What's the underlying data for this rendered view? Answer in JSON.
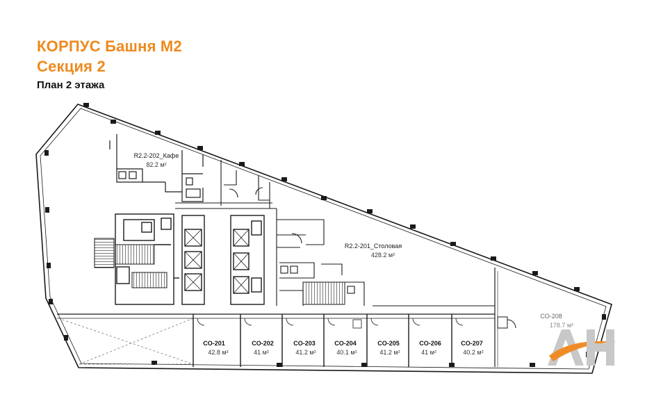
{
  "header": {
    "building": "КОРПУС Башня М2",
    "section": "Секция 2",
    "floor_plan": "План 2 этажа"
  },
  "colors": {
    "heading": "#ee8a1e",
    "wall": "#1a1a1a",
    "logo_grey": "#c8c8c8",
    "logo_orange": "#f08c28"
  },
  "rooms": {
    "cafe": {
      "name": "R2.2-202_Кафе",
      "area": "82.2 м²"
    },
    "canteen": {
      "name": "R2.2-201_Столовая",
      "area": "428.2 м²"
    },
    "co208": {
      "name": "CO-208",
      "area": "178.7 м²"
    },
    "offices": [
      {
        "name": "CO-201",
        "area": "42.8 м²"
      },
      {
        "name": "CO-202",
        "area": "41 м²"
      },
      {
        "name": "CO-203",
        "area": "41.2 м²"
      },
      {
        "name": "CO-204",
        "area": "40.1 м²"
      },
      {
        "name": "CO-205",
        "area": "41.2 м²"
      },
      {
        "name": "CO-206",
        "area": "41 м²"
      },
      {
        "name": "CO-207",
        "area": "40.2 м²"
      }
    ]
  },
  "logo": {
    "icon": "ah-logo-icon"
  }
}
